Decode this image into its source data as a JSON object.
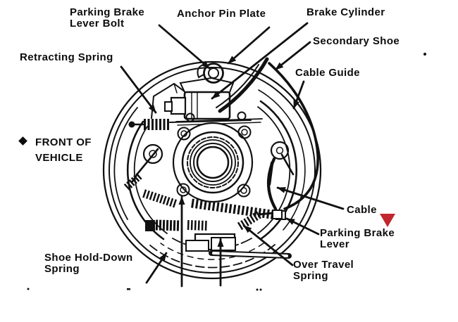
{
  "figure": {
    "type": "technical-line-diagram",
    "subject": "drum-brake-assembly-rear-view",
    "background_color": "#ffffff",
    "ink_color": "#111111"
  },
  "labels": {
    "parking_brake_lever_bolt": {
      "line1": "Parking Brake",
      "line2": "Lever Bolt"
    },
    "anchor_pin_plate": {
      "line1": "Anchor Pin Plate"
    },
    "brake_cylinder": {
      "line1": "Brake Cylinder"
    },
    "secondary_shoe": {
      "line1": "Secondary Shoe"
    },
    "cable_guide": {
      "line1": "Cable Guide"
    },
    "retracting_spring": {
      "line1": "Retracting Spring"
    },
    "front_of_vehicle": {
      "line1": "FRONT OF",
      "line2": "VEHICLE"
    },
    "shoe_hold_down_spring": {
      "line1": "Shoe Hold-Down",
      "line2": "Spring"
    },
    "cable": {
      "line1": "Cable"
    },
    "parking_brake_lever": {
      "line1": "Parking Brake",
      "line2": "Lever"
    },
    "over_travel_spring": {
      "line1": "Over Travel",
      "line2": "Spring"
    }
  },
  "annotation_marker": {
    "shape": "triangle-down",
    "color": "#c1272d",
    "points_at": "Parking Brake Lever label"
  }
}
